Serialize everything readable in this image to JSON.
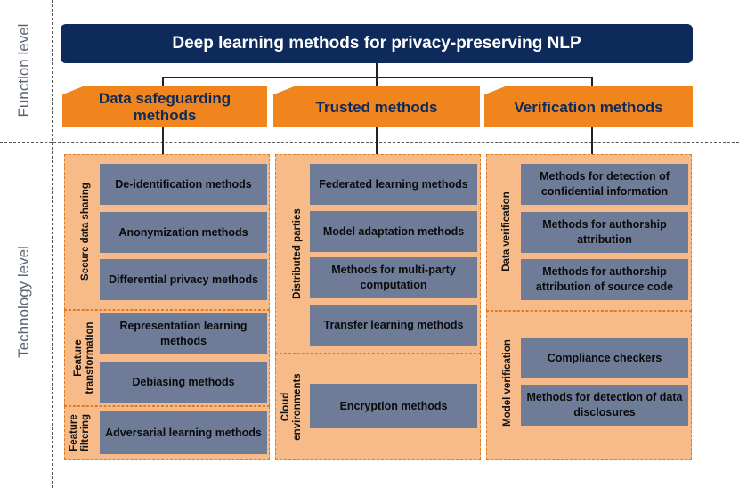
{
  "levels": {
    "function": "Function level",
    "technology": "Technology level"
  },
  "title": "Deep learning methods for privacy-preserving NLP",
  "categories": [
    {
      "label": "Data safeguarding methods"
    },
    {
      "label": "Trusted methods"
    },
    {
      "label": "Verification methods"
    }
  ],
  "col1": {
    "groups": [
      {
        "label": "Secure data sharing",
        "items": [
          "De-identification methods",
          "Anonymization methods",
          "Differential privacy methods"
        ]
      },
      {
        "label": "Feature transformation",
        "items": [
          "Representation learning methods",
          "Debiasing methods"
        ]
      },
      {
        "label": "Feature filtering",
        "items": [
          "Adversarial learning methods"
        ]
      }
    ]
  },
  "col2": {
    "groups": [
      {
        "label": "Distributed parties",
        "items": [
          "Federated learning methods",
          "Model adaptation methods",
          "Methods for multi-party computation",
          "Transfer learning methods"
        ]
      },
      {
        "label": "Cloud environments",
        "items": [
          "Encryption methods"
        ]
      }
    ]
  },
  "col3": {
    "groups": [
      {
        "label": "Data verification",
        "items": [
          "Methods for detection of confidential information",
          "Methods for authorship attribution",
          "Methods for authorship attribution of source code"
        ]
      },
      {
        "label": "Model verification",
        "items": [
          "Compliance checkers",
          "Methods for detection of data disclosures"
        ]
      }
    ]
  }
}
